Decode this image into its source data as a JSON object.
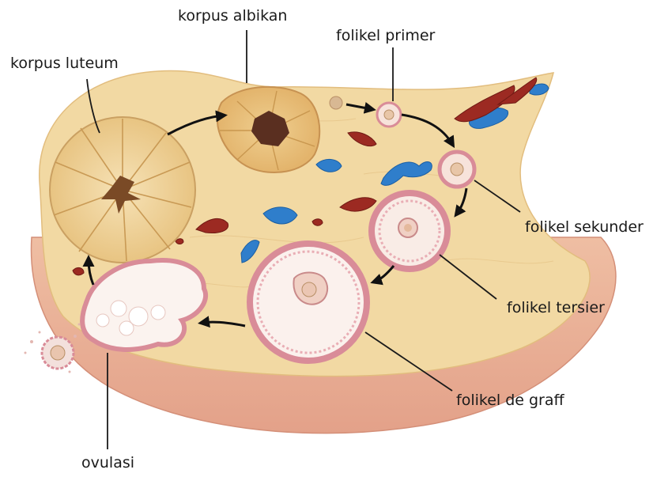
{
  "diagram": {
    "labels": {
      "korpus_luteum": "korpus luteum",
      "korpus_albikan": "korpus albikan",
      "folikel_primer": "folikel primer",
      "folikel_sekunder": "folikel sekunder",
      "folikel_tersier": "folikel tersier",
      "folikel_de_graff": "folikel de graff",
      "ovulasi": "ovulasi"
    },
    "colors": {
      "stroma": "#f2d9a3",
      "capsule": "#e9ad92",
      "follicle_wall": "#d98c98",
      "follicle_fill": "#f9ece6",
      "vein": "#2f7ecb",
      "artery": "#9c2a22",
      "leader_line": "#1a1a1a"
    }
  }
}
